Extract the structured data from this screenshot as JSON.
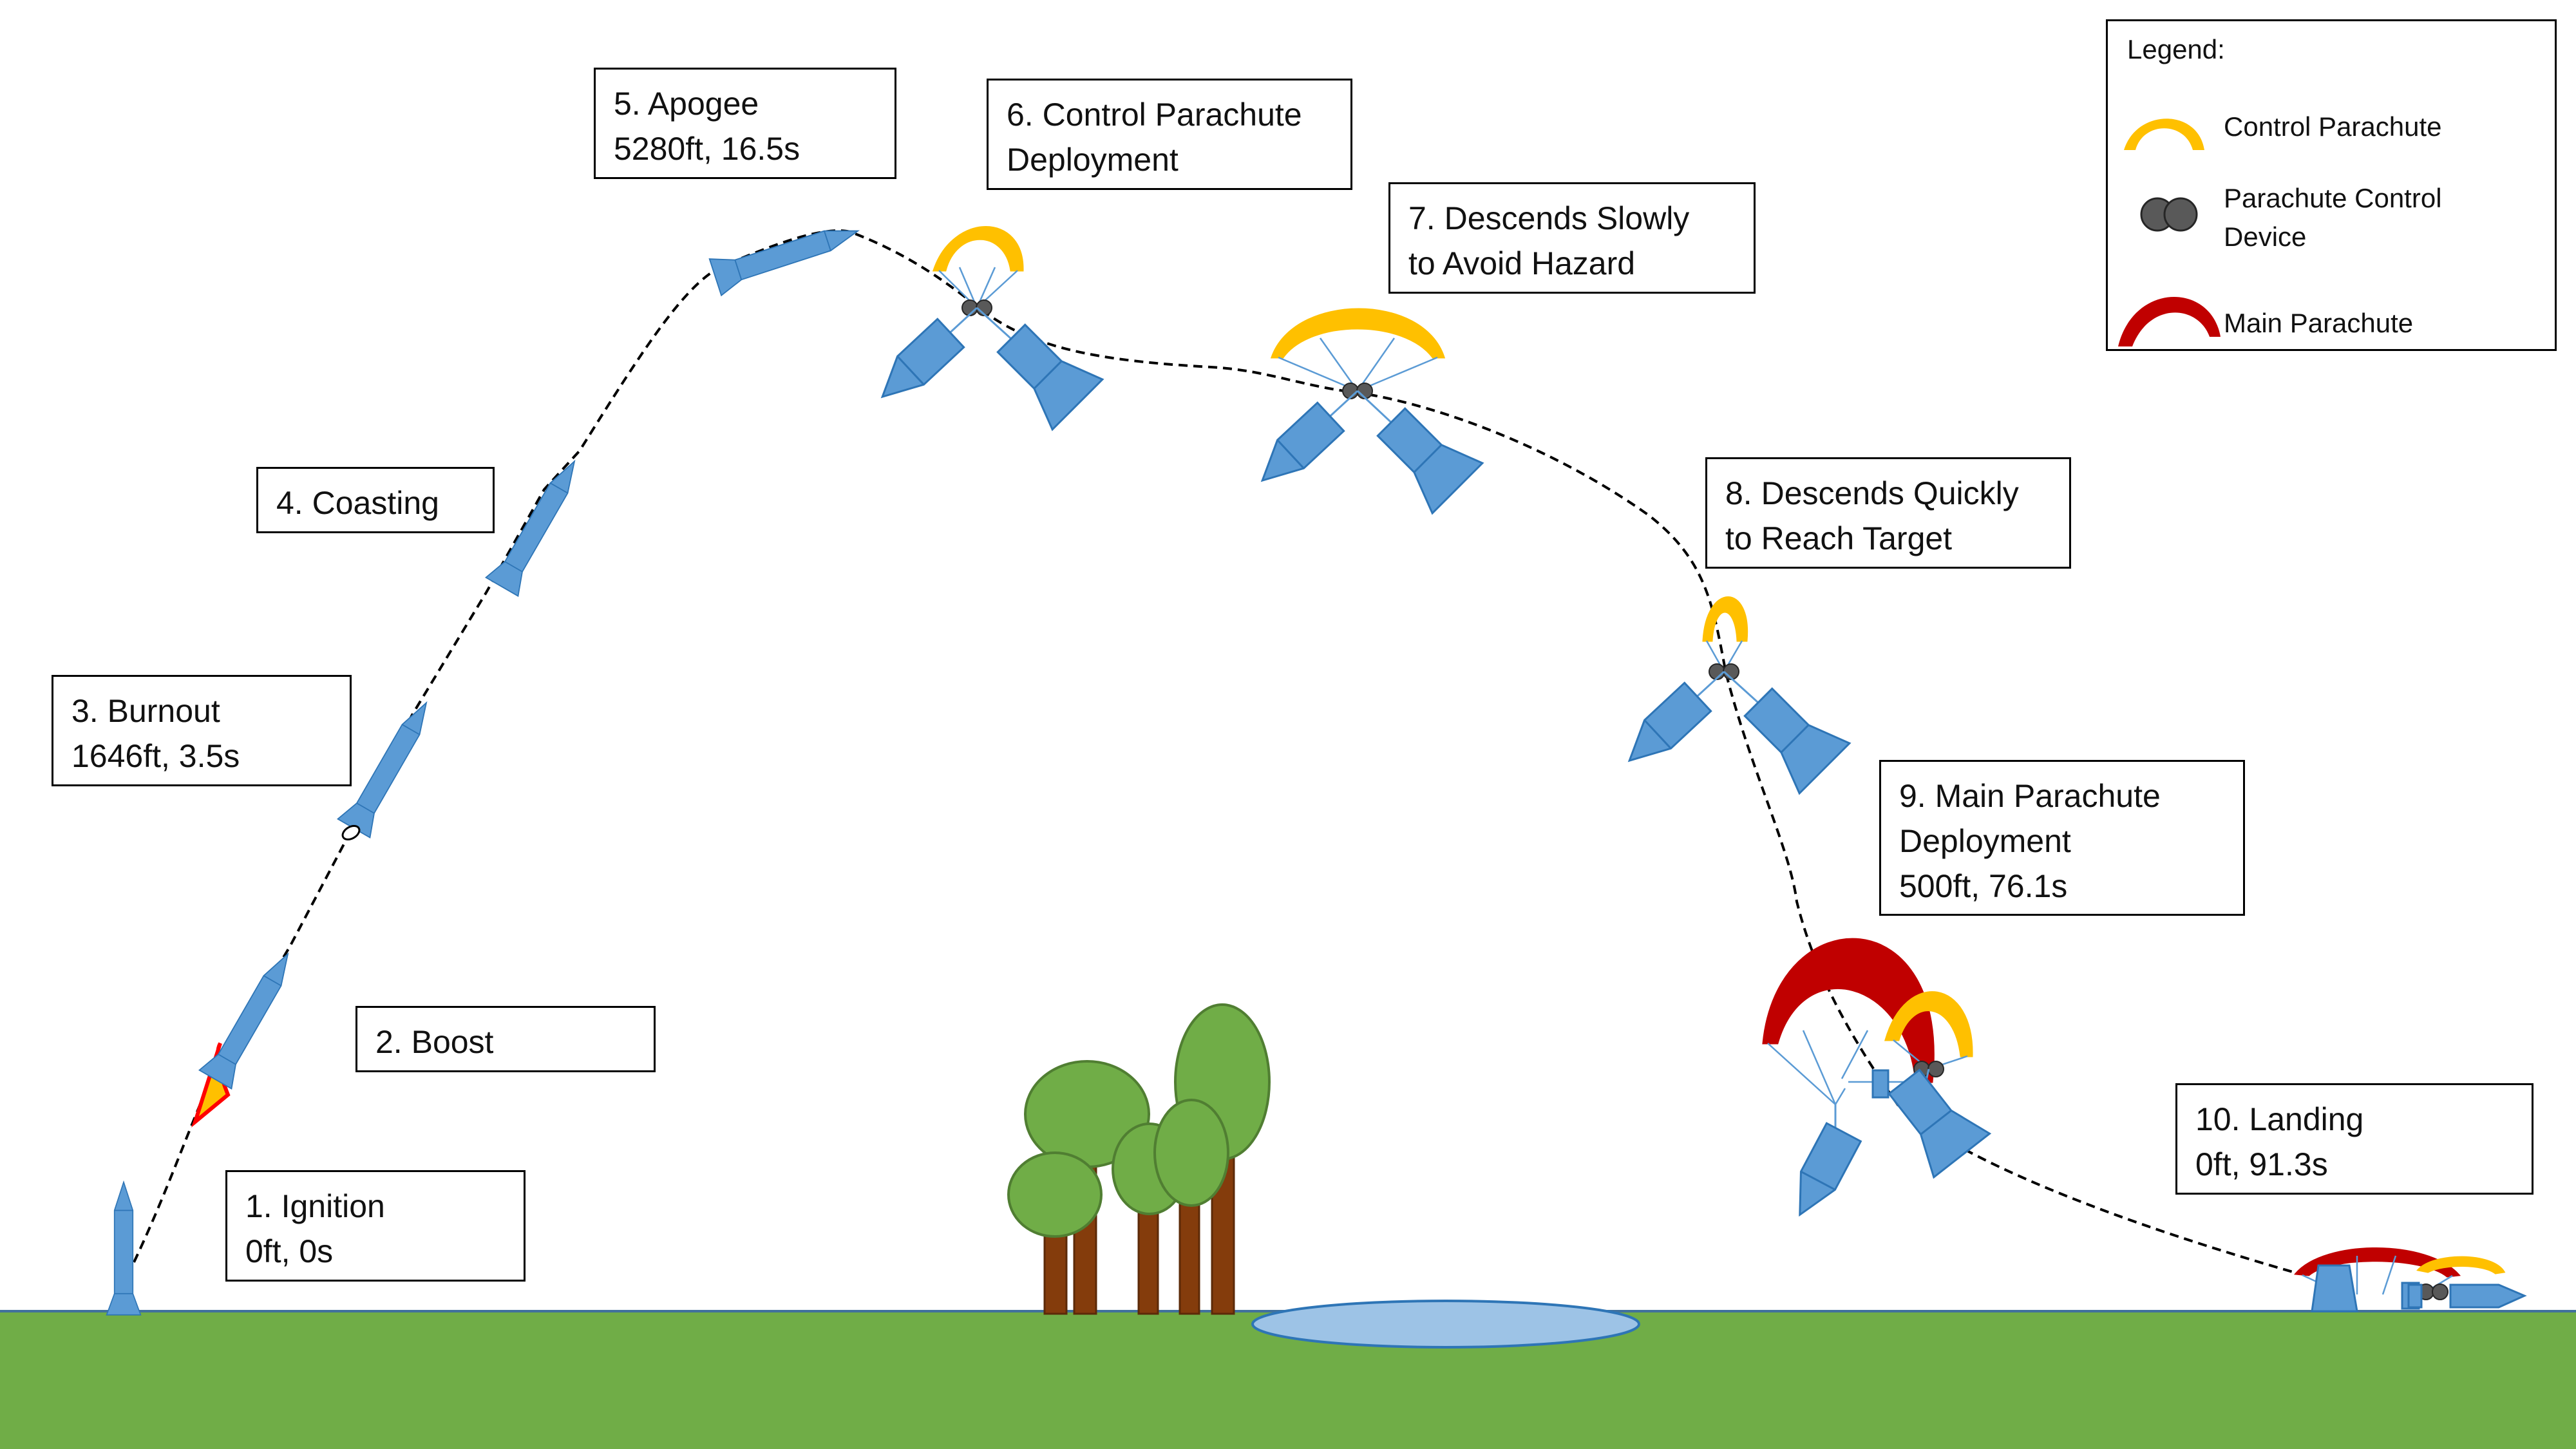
{
  "stages": [
    {
      "id": "ignition",
      "lines": [
        "1. Ignition",
        "0ft, 0s"
      ]
    },
    {
      "id": "boost",
      "lines": [
        "2. Boost"
      ]
    },
    {
      "id": "burnout",
      "lines": [
        "3. Burnout",
        "1646ft, 3.5s"
      ]
    },
    {
      "id": "coasting",
      "lines": [
        "4. Coasting"
      ]
    },
    {
      "id": "apogee",
      "lines": [
        "5. Apogee",
        "5280ft, 16.5s"
      ]
    },
    {
      "id": "control-deploy",
      "lines": [
        "6. Control Parachute",
        "Deployment"
      ]
    },
    {
      "id": "slow-descent",
      "lines": [
        "7. Descends Slowly",
        "to Avoid Hazard"
      ]
    },
    {
      "id": "fast-descent",
      "lines": [
        "8. Descends Quickly",
        "to Reach Target"
      ]
    },
    {
      "id": "main-deploy",
      "lines": [
        "9. Main Parachute",
        "Deployment",
        "500ft, 76.1s"
      ]
    },
    {
      "id": "landing",
      "lines": [
        "10. Landing",
        "0ft, 91.3s"
      ]
    }
  ],
  "legend": {
    "title": "Legend:",
    "items": [
      {
        "icon": "control-parachute-icon",
        "lines": [
          "Control Parachute"
        ]
      },
      {
        "icon": "parachute-control-device-icon",
        "lines": [
          "Parachute Control",
          "Device"
        ]
      },
      {
        "icon": "main-parachute-icon",
        "lines": [
          "Main Parachute"
        ]
      }
    ]
  },
  "colors": {
    "rocket": "#5b9bd5",
    "rocket_stroke": "#2e75b6",
    "ground": "#70ad47",
    "pond": "#9dc3e6",
    "tree_leaf": "#70ad47",
    "tree_trunk": "#843c0c",
    "control_parachute": "#ffc000",
    "main_parachute": "#c00000",
    "device": "#595959",
    "trajectory": "#000000"
  }
}
